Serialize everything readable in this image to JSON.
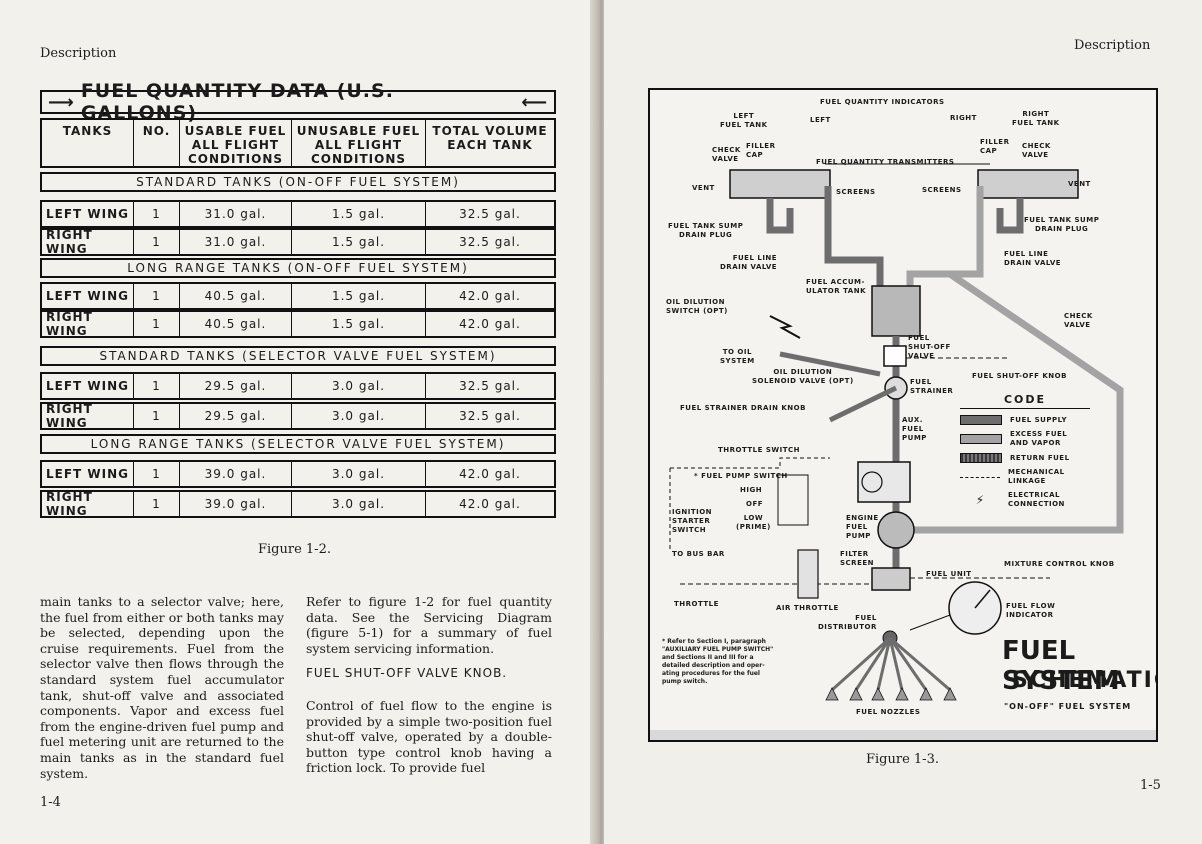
{
  "left_page": {
    "header": "Description",
    "page_number": "1-4",
    "table": {
      "title": "FUEL QUANTITY DATA (U.S. GALLONS)",
      "columns": [
        "TANKS",
        "NO.",
        "USABLE FUEL ALL FLIGHT CONDITIONS",
        "UNUSABLE FUEL ALL FLIGHT CONDITIONS",
        "TOTAL VOLUME EACH TANK"
      ],
      "sections": [
        {
          "title": "STANDARD TANKS (ON-OFF FUEL SYSTEM)",
          "rows": [
            {
              "tank": "LEFT WING",
              "no": "1",
              "usable": "31.0 gal.",
              "unusable": "1.5 gal.",
              "total": "32.5 gal."
            },
            {
              "tank": "RIGHT WING",
              "no": "1",
              "usable": "31.0 gal.",
              "unusable": "1.5 gal.",
              "total": "32.5 gal."
            }
          ]
        },
        {
          "title": "LONG RANGE TANKS (ON-OFF FUEL SYSTEM)",
          "rows": [
            {
              "tank": "LEFT WING",
              "no": "1",
              "usable": "40.5 gal.",
              "unusable": "1.5 gal.",
              "total": "42.0 gal."
            },
            {
              "tank": "RIGHT WING",
              "no": "1",
              "usable": "40.5 gal.",
              "unusable": "1.5 gal.",
              "total": "42.0 gal."
            }
          ]
        },
        {
          "title": "STANDARD TANKS (SELECTOR VALVE FUEL SYSTEM)",
          "rows": [
            {
              "tank": "LEFT WING",
              "no": "1",
              "usable": "29.5 gal.",
              "unusable": "3.0 gal.",
              "total": "32.5 gal."
            },
            {
              "tank": "RIGHT WING",
              "no": "1",
              "usable": "29.5 gal.",
              "unusable": "3.0 gal.",
              "total": "32.5 gal."
            }
          ]
        },
        {
          "title": "LONG RANGE TANKS (SELECTOR VALVE FUEL SYSTEM)",
          "rows": [
            {
              "tank": "LEFT WING",
              "no": "1",
              "usable": "39.0 gal.",
              "unusable": "3.0 gal.",
              "total": "42.0 gal."
            },
            {
              "tank": "RIGHT WING",
              "no": "1",
              "usable": "39.0 gal.",
              "unusable": "3.0 gal.",
              "total": "42.0 gal."
            }
          ]
        }
      ]
    },
    "figure_caption": "Figure 1-2.",
    "col1_text": "main tanks to a selector valve; here, the fuel from either or both tanks may be selected, depending upon the cruise requirements. Fuel from the selector valve then flows through the standard system fuel accumulator tank, shut-off valve and associated components. Vapor and excess fuel from the engine-driven fuel pump and fuel metering unit are returned to the main tanks as in the standard fuel system.",
    "col2_text_1": "Refer to figure 1-2 for fuel quantity data. See the Servicing Diagram (figure 5-1) for a summary of fuel system servicing information.",
    "col2_heading": "FUEL SHUT-OFF VALVE KNOB.",
    "col2_text_2": "Control of fuel flow to the engine is provided by a simple two-position fuel shut-off valve, operated by a double-button type control knob having a friction lock. To provide fuel"
  },
  "right_page": {
    "header": "Description",
    "page_number": "1-5",
    "figure_caption": "Figure 1-3.",
    "schematic": {
      "labels": {
        "fuel_qty_indicators": "FUEL QUANTITY INDICATORS",
        "left_fuel_tank": "LEFT\nFUEL TANK",
        "right_fuel_tank": "RIGHT\nFUEL TANK",
        "left_ind": "LEFT",
        "right_ind": "RIGHT",
        "check_valve_l": "CHECK\nVALVE",
        "filler_cap_l": "FILLER\nCAP",
        "filler_cap_r": "FILLER\nCAP",
        "check_valve_r": "CHECK\nVALVE",
        "transmitters": "FUEL QUANTITY TRANSMITTERS",
        "vent_l": "VENT",
        "vent_r": "VENT",
        "screens_l": "SCREENS",
        "screens_r": "SCREENS",
        "sump_l": "FUEL TANK SUMP\nDRAIN PLUG",
        "sump_r": "FUEL TANK SUMP\nDRAIN PLUG",
        "fuel_line_l": "FUEL LINE\nDRAIN VALVE",
        "fuel_line_r": "FUEL LINE\nDRAIN VALVE",
        "accumulator": "FUEL ACCUM-\nULATOR TANK",
        "oil_dilution_switch": "OIL DILUTION\nSWITCH (OPT)",
        "check_valve_mid": "CHECK\nVALVE",
        "to_oil_system": "TO OIL\nSYSTEM",
        "oil_dilution_solenoid": "OIL DILUTION\nSOLENOID VALVE (OPT)",
        "fuel_shutoff_valve": "FUEL\nSHUT-OFF\nVALVE",
        "fuel_shutoff_knob": "FUEL SHUT-OFF KNOB",
        "fuel_strainer": "FUEL\nSTRAINER",
        "strainer_drain_knob": "FUEL STRAINER DRAIN KNOB",
        "aux_pump": "AUX.\nFUEL\nPUMP",
        "throttle_switch": "THROTTLE SWITCH",
        "fuel_pump_switch": "* FUEL PUMP SWITCH",
        "high": "HIGH",
        "off": "OFF",
        "low": "LOW\n(PRIME)",
        "ignition": "IGNITION\nSTARTER\nSWITCH",
        "to_bus_bar": "TO BUS BAR",
        "engine_pump": "ENGINE\nFUEL\nPUMP",
        "filter_screen": "FILTER\nSCREEN",
        "fuel_unit": "FUEL UNIT",
        "mixture_knob": "MIXTURE CONTROL KNOB",
        "throttle": "THROTTLE",
        "air_throttle": "AIR THROTTLE",
        "distributor": "FUEL\nDISTRIBUTOR",
        "flow_indicator": "FUEL FLOW\nINDICATOR",
        "nozzles": "FUEL NOZZLES",
        "note": "* Refer to Section I, paragraph\n\"AUXILIARY FUEL PUMP SWITCH\"\nand Sections II and III for a\ndetailed description and oper-\nating procedures for the fuel\npump switch."
      },
      "code": {
        "title": "CODE",
        "items": [
          {
            "label": "FUEL SUPPLY",
            "color": "#6d6d6d"
          },
          {
            "label": "EXCESS FUEL\nAND VAPOR",
            "color": "#a3a3a3"
          },
          {
            "label": "RETURN FUEL",
            "color": "#3a3a3a"
          },
          {
            "label": "MECHANICAL\nLINKAGE",
            "color": "#1b1b1b"
          },
          {
            "label": "ELECTRICAL\nCONNECTION",
            "color": "#1b1b1b"
          }
        ]
      },
      "title_line1": "FUEL SYSTEM",
      "title_line2": "SCHEMATIC",
      "title_sub": "\"ON-OFF\" FUEL SYSTEM"
    }
  }
}
